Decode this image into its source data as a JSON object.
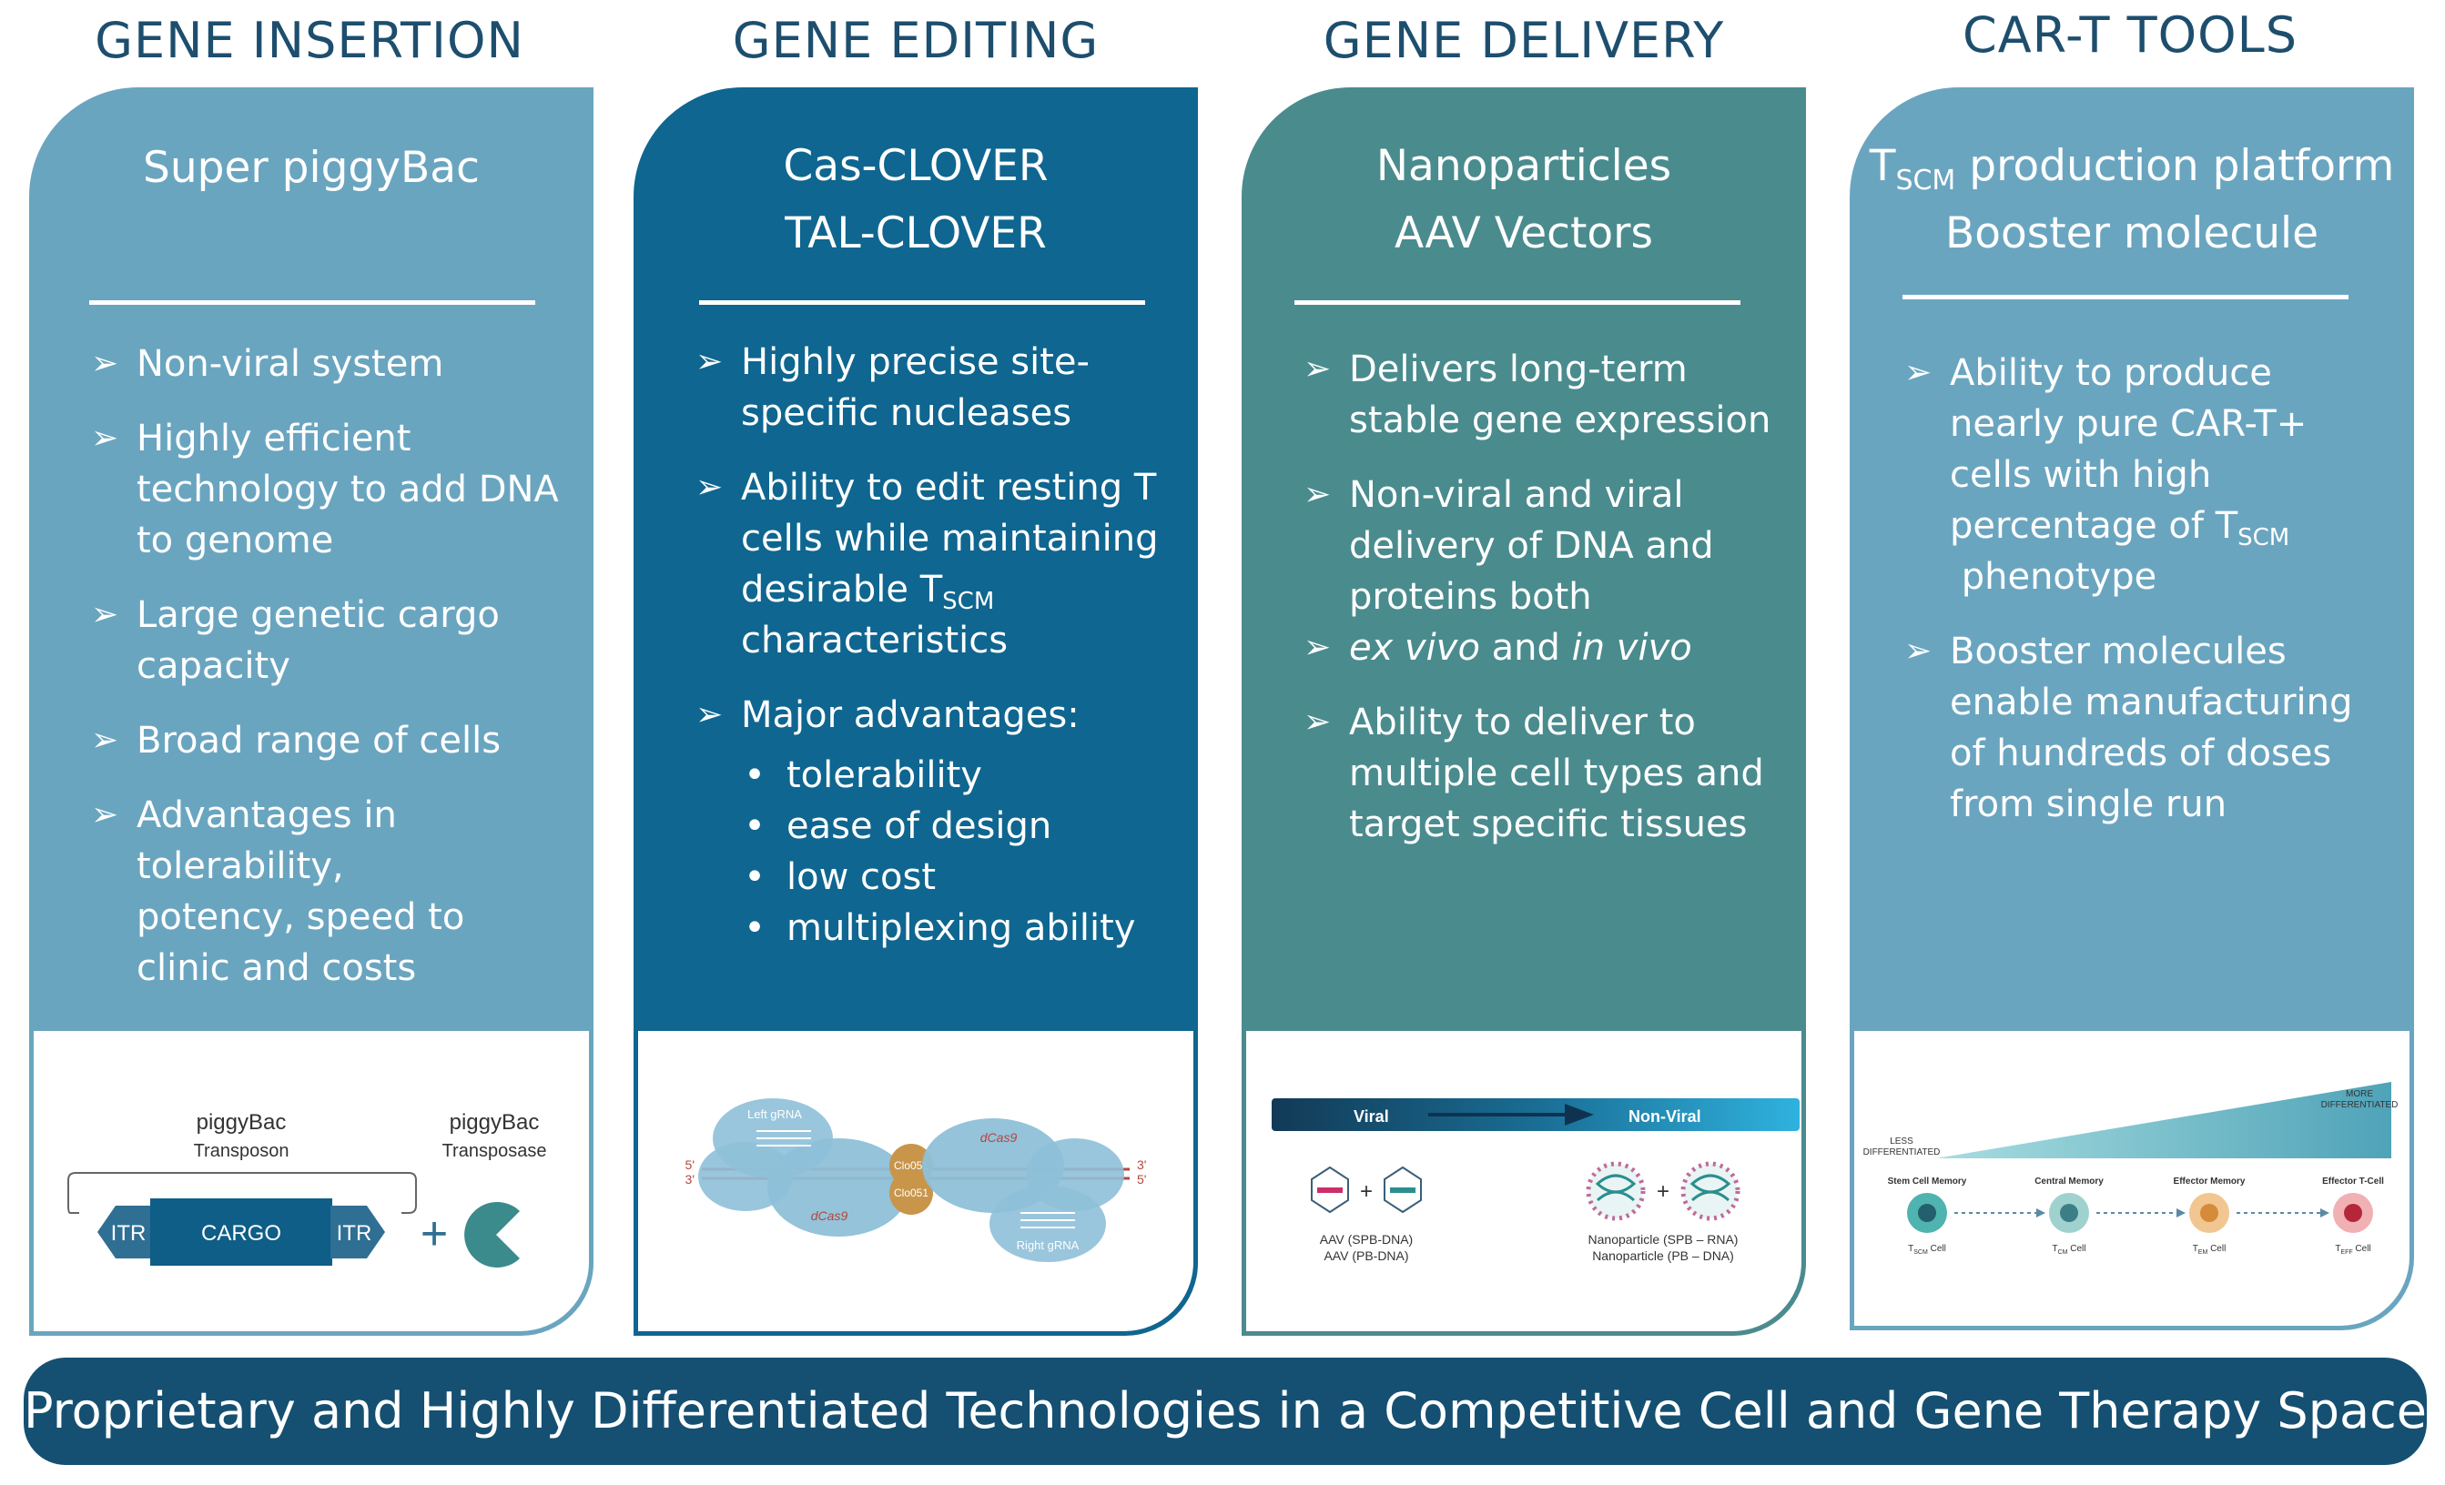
{
  "columns": [
    {
      "heading": "GENE INSERTION",
      "subtitle_lines": [
        "Super piggyBac"
      ],
      "bullets": [
        "Non-viral system",
        "Highly efficient technology to add DNA to genome",
        "Large genetic cargo capacity",
        "Broad range of cells",
        "Advantages in tolerability, potency, speed to clinic and costs"
      ],
      "figure": {
        "transposon_label": "piggyBac",
        "transposon_sublabel": "Transposon",
        "transposase_label": "piggyBac",
        "transposase_sublabel": "Transposase",
        "itr_left": "ITR",
        "cargo": "CARGO",
        "itr_right": "ITR",
        "plus": "+"
      }
    },
    {
      "heading": "GENE EDITING",
      "subtitle_lines": [
        "Cas-CLOVER",
        "TAL-CLOVER"
      ],
      "bullets": [
        "Highly precise site-specific nucleases",
        "Ability to edit resting T cells while maintaining desirable T",
        "Major advantages:"
      ],
      "bullet2_sub": "SCM",
      "bullet2_tail": "characteristics",
      "advantages": [
        "tolerability",
        "ease of design",
        "low cost",
        "multiplexing ability"
      ],
      "figure": {
        "left_grna": "Left gRNA",
        "right_grna": "Right gRNA",
        "dcas9": "dCas9",
        "clo": "Clo051",
        "five_prime": "5'",
        "three_prime": "3'"
      }
    },
    {
      "heading": "GENE DELIVERY",
      "subtitle_lines": [
        "Nanoparticles",
        "AAV Vectors"
      ],
      "bullets": [
        "Delivers long-term stable gene expression",
        "Non-viral and viral delivery of DNA and proteins both"
      ],
      "italic_line": {
        "a": "ex vivo",
        "mid": " and ",
        "b": "in vivo"
      },
      "bullets_after": [
        "Ability to deliver to multiple cell types and target specific tissues"
      ],
      "figure": {
        "viral": "Viral",
        "non_viral": "Non-Viral",
        "aav1": "AAV (SPB-DNA)",
        "aav2": "AAV (PB-DNA)",
        "np1": "Nanoparticle (SPB – RNA)",
        "np2": "Nanoparticle (PB – DNA)",
        "plus": "+"
      }
    },
    {
      "heading": "CAR-T TOOLS",
      "subtitle_line1_main": "T",
      "subtitle_line1_sub": "SCM",
      "subtitle_line1_tail": " production platform",
      "subtitle_line2": "Booster molecule",
      "bullet1_main": "Ability to produce nearly pure CAR-T+ cells with high percentage of T",
      "bullet1_sub": "SCM",
      "bullet1_tail": " phenotype",
      "bullet2": "Booster molecules enable manufacturing of hundreds of doses from single run",
      "figure": {
        "less": [
          "LESS",
          "DIFFERENTIATED"
        ],
        "more": [
          "MORE",
          "DIFFERENTIATED"
        ],
        "stages": [
          "Stem Cell Memory",
          "Central Memory",
          "Effector Memory",
          "Effector T-Cell"
        ],
        "cell_main": "T",
        "cell_subs": [
          "SCM",
          "CM",
          "EM",
          "EFF"
        ],
        "cell_suffix": " Cell"
      }
    }
  ],
  "banner": "Proprietary and Highly Differentiated Technologies in a Competitive Cell and Gene Therapy Space",
  "colors": {
    "heading": "#1d4e6e",
    "card1": "#6aa5c0",
    "card2": "#0f6690",
    "card3": "#4a8b8e",
    "card4": "#6aa5c0",
    "banner": "#155072"
  },
  "icons": {
    "bullet": "arrowhead-bullet-icon",
    "dot": "dot-bullet-icon"
  }
}
